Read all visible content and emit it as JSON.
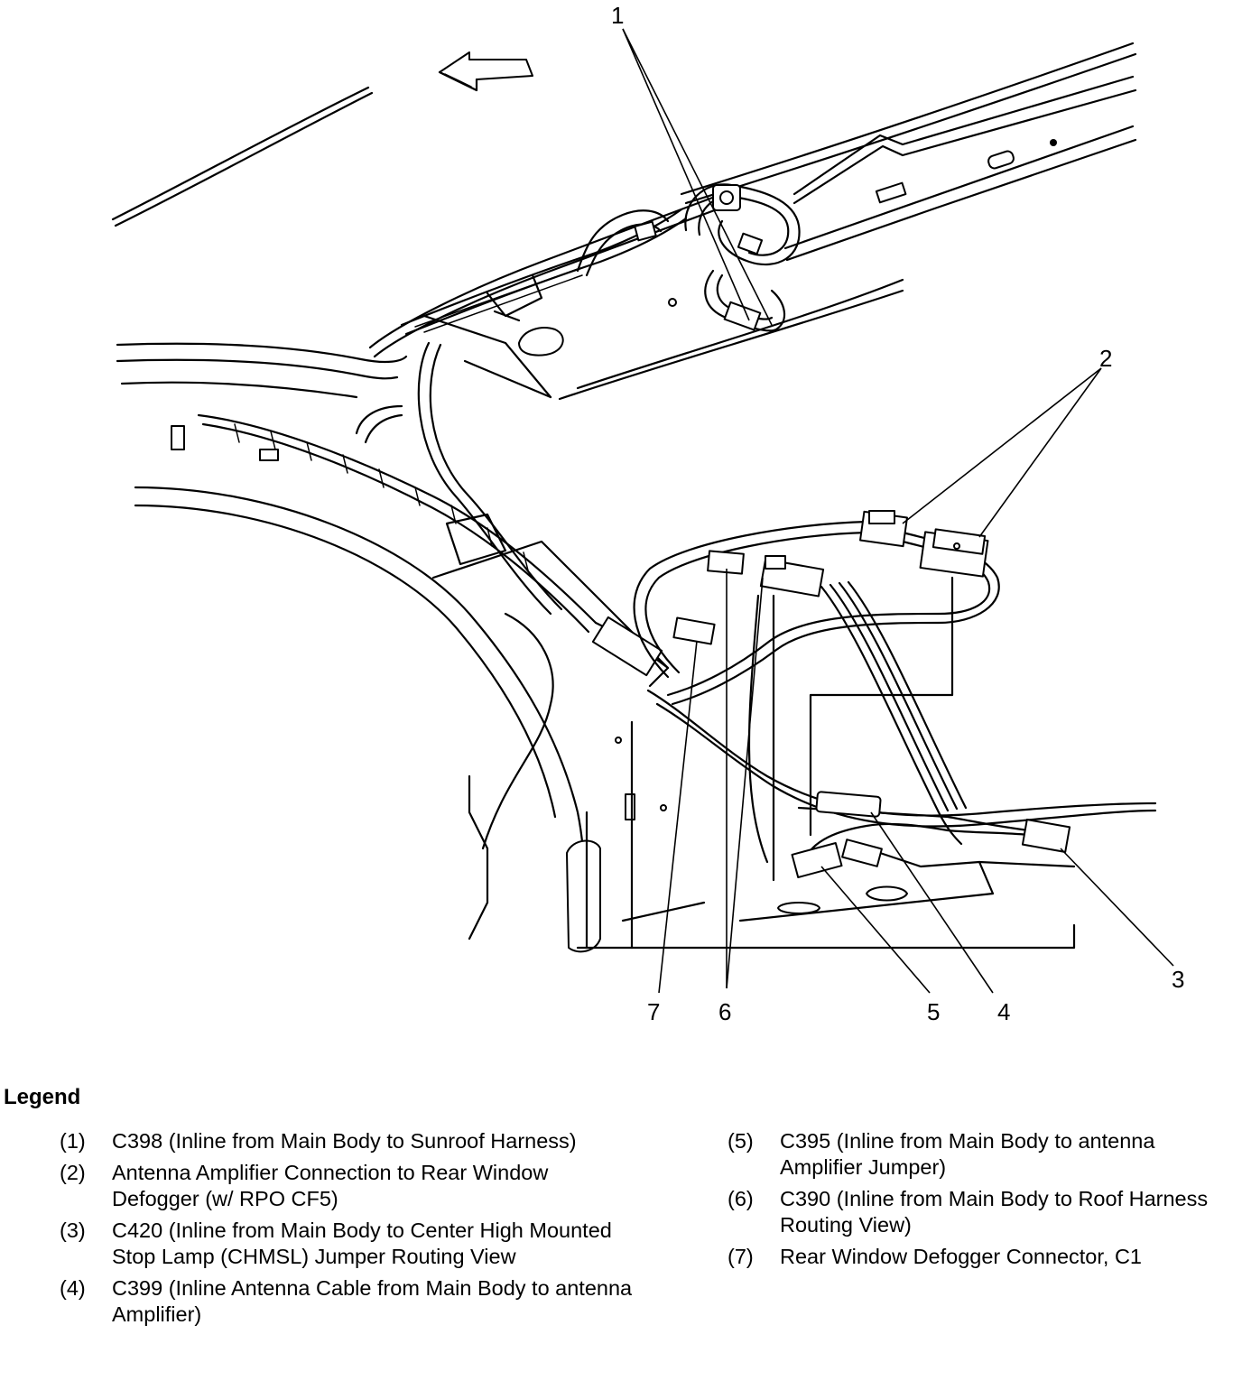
{
  "callouts": [
    "1",
    "2",
    "3",
    "4",
    "5",
    "6",
    "7"
  ],
  "legend": {
    "title": "Legend",
    "left": [
      {
        "num": "(1)",
        "text": "C398 (Inline from Main Body to Sunroof Harness)"
      },
      {
        "num": "(2)",
        "text": "Antenna Amplifier Connection to Rear Window Defogger (w/ RPO CF5)"
      },
      {
        "num": "(3)",
        "text": "C420 (Inline from Main Body to Center High Mounted Stop Lamp (CHMSL) Jumper Routing View"
      },
      {
        "num": "(4)",
        "text": "C399 (Inline Antenna Cable from Main Body to antenna Amplifier)"
      }
    ],
    "right": [
      {
        "num": "(5)",
        "text": "C395 (Inline from Main Body to antenna Amplifier Jumper)"
      },
      {
        "num": "(6)",
        "text": "C390 (Inline from Main Body to Roof Harness Routing View)"
      },
      {
        "num": "(7)",
        "text": "Rear Window Defogger Connector, C1"
      }
    ]
  }
}
